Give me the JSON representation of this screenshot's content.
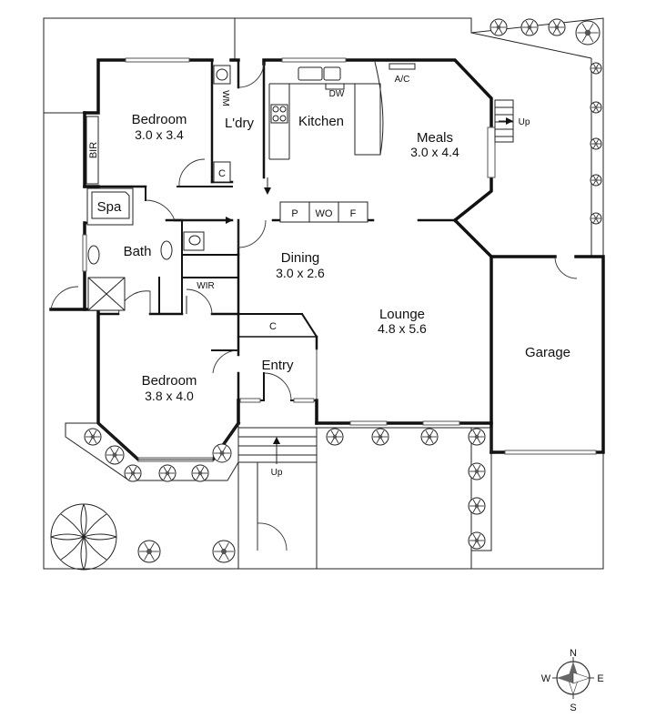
{
  "rooms": {
    "bedroom1": {
      "name": "Bedroom",
      "dims": "3.0 x 3.4"
    },
    "laundry": {
      "name": "L'dry"
    },
    "kitchen": {
      "name": "Kitchen"
    },
    "meals": {
      "name": "Meals",
      "dims": "3.0 x 4.4"
    },
    "dining": {
      "name": "Dining",
      "dims": "3.0 x 2.6"
    },
    "lounge": {
      "name": "Lounge",
      "dims": "4.8 x 5.6"
    },
    "garage": {
      "name": "Garage"
    },
    "bath": {
      "name": "Bath"
    },
    "spa": {
      "name": "Spa"
    },
    "bedroom2": {
      "name": "Bedroom",
      "dims": "3.8 x 4.0"
    },
    "entry": {
      "name": "Entry"
    }
  },
  "fixtures": {
    "bir": "BIR",
    "wm": "WM",
    "dw": "DW",
    "ac": "A/C",
    "pantry": "P",
    "wo": "WO",
    "fridge": "F",
    "cupboard_laundry": "C",
    "cupboard_entry": "C",
    "wir": "WIR"
  },
  "stairs": {
    "meals_up": "Up",
    "entry_up": "Up"
  },
  "compass": {
    "n": "N",
    "s": "S",
    "e": "E",
    "w": "W"
  }
}
